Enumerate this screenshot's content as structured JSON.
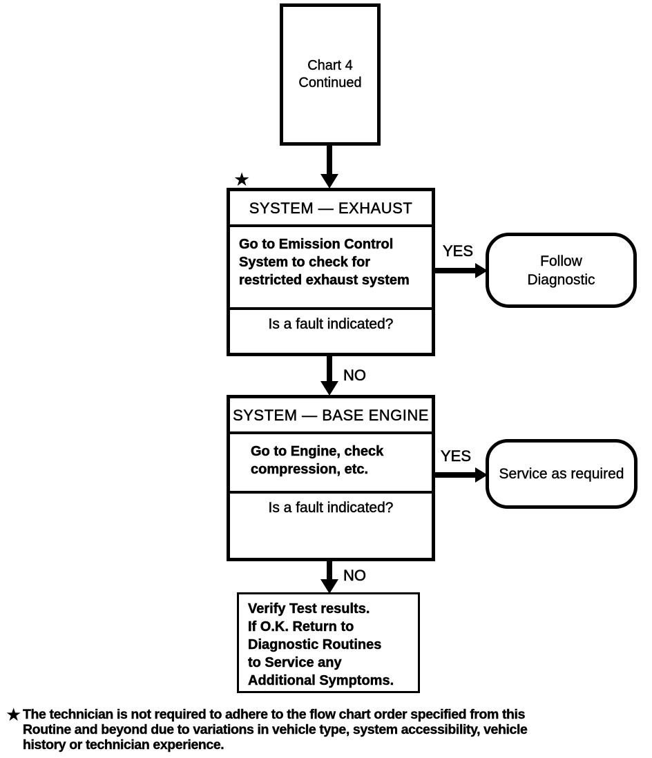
{
  "flowchart": {
    "colors": {
      "ink": "#000000",
      "background": "#ffffff"
    },
    "star": "★",
    "start_box": {
      "lines": [
        "Chart 4",
        "Continued"
      ]
    },
    "steps": [
      {
        "header": "SYSTEM — EXHAUST",
        "action": [
          "Go to Emission Control",
          "System to check for",
          "restricted exhaust system"
        ],
        "question": "Is a fault indicated?",
        "yes_label": "YES",
        "no_label": "NO",
        "yes_target": {
          "lines": [
            "Follow",
            "Diagnostic"
          ]
        }
      },
      {
        "header": "SYSTEM — BASE ENGINE",
        "action": [
          "Go to Engine, check",
          "compression, etc."
        ],
        "question": "Is a fault indicated?",
        "yes_label": "YES",
        "no_label": "NO",
        "yes_target": {
          "lines": [
            "Service as required"
          ]
        }
      }
    ],
    "end_box": {
      "lines": [
        "Verify Test results.",
        "If O.K. Return to",
        "Diagnostic Routines",
        "to Service any",
        "Additional Symptoms."
      ]
    },
    "footnote": {
      "star": "★",
      "lines": [
        "The technician is not required to adhere to the flow chart order specified from this",
        "Routine and beyond due to variations in vehicle type, system accessibility, vehicle",
        "history or technician experience."
      ]
    }
  }
}
